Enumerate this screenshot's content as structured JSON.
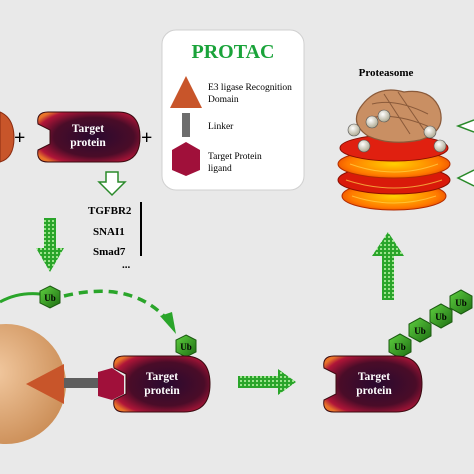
{
  "legend": {
    "title": "PROTAC",
    "items": [
      {
        "icon": "triangle-icon",
        "label_line1": "E3 ligase Recognition",
        "label_line2": "Domain"
      },
      {
        "icon": "linker-bar-icon",
        "label_line1": "Linker",
        "label_line2": ""
      },
      {
        "icon": "pentagon-icon",
        "label_line1": "Target Protein",
        "label_line2": "ligand"
      }
    ],
    "colors": {
      "title": "#1aa33a",
      "triangle": "#c8552a",
      "linker": "#6d6d6d",
      "ligand": "#a0103a"
    }
  },
  "proteasome": {
    "label": "Proteasome"
  },
  "operators": {
    "plus": "+"
  },
  "targets": {
    "top": {
      "line1": "Target",
      "line2": "protein"
    },
    "bottom_left": {
      "line1": "Target",
      "line2": "protein"
    },
    "bottom_right": {
      "line1": "Target",
      "line2": "protein"
    }
  },
  "target_list": [
    "TGFBR2",
    "SNAI1",
    "Smad7",
    "..."
  ],
  "ubiquitin": {
    "label": "Ub",
    "color": "#2e8f1c"
  },
  "colors": {
    "arrow": "#2aa52a",
    "target_fill": "#3a0a14",
    "target_edge": "#b5183c"
  }
}
